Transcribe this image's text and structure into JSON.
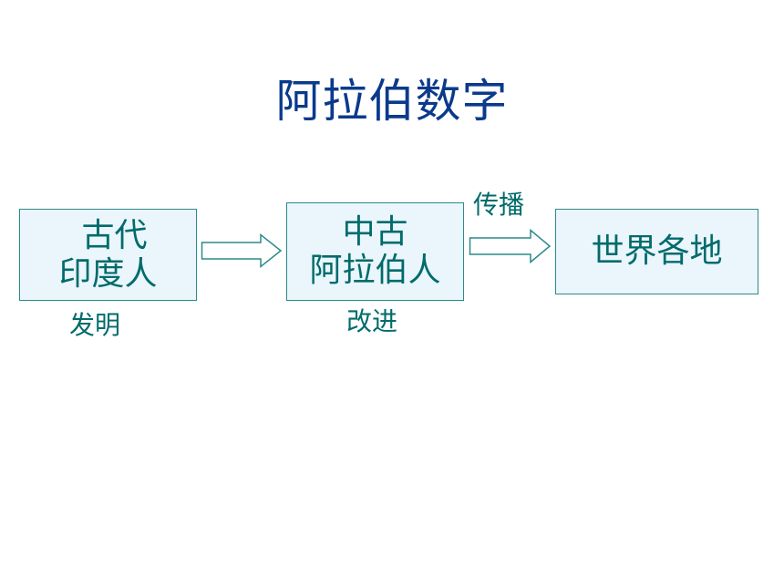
{
  "title": "阿拉伯数字",
  "nodes": [
    {
      "lines": [
        "古代",
        "印度人"
      ]
    },
    {
      "lines": [
        "中古",
        "阿拉伯人"
      ]
    },
    {
      "lines": [
        "世界各地"
      ]
    }
  ],
  "labels": {
    "invent": "发明",
    "improve": "改进",
    "spread": "传播"
  },
  "colors": {
    "title": "#0a3a8c",
    "text": "#006b6b",
    "box_fill": "#eaf6fc",
    "box_border": "#2a8a8a",
    "arrow_stroke": "#2a8a8a"
  }
}
